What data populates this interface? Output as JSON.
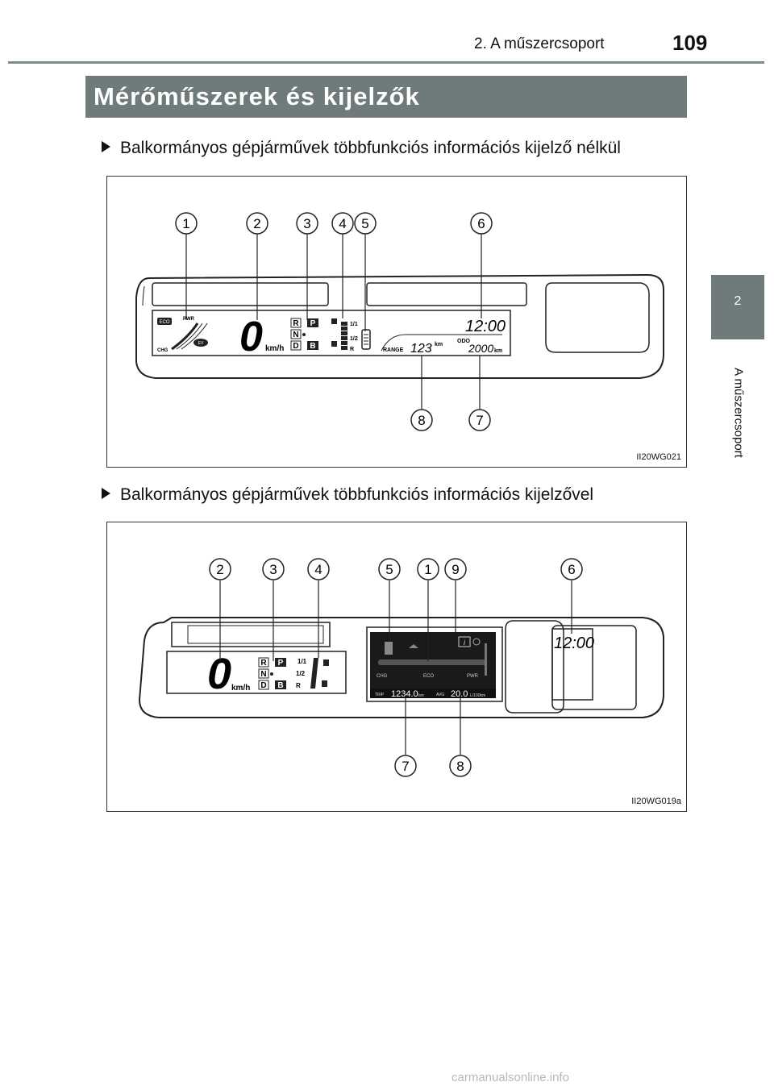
{
  "header": {
    "chapter": "2. A műszercsoport",
    "page": "109"
  },
  "title": "Mérőműszerek és kijelzők",
  "side_tab": {
    "number": "2",
    "label": "A műszercsoport"
  },
  "sections": [
    {
      "text": "Balkormányos gépjárművek többfunkciós információs kijelző nélkül"
    },
    {
      "text": "Balkormányos gépjárművek többfunkciós információs kijelzővel"
    }
  ],
  "figure1": {
    "code": "II20WG021",
    "callouts": [
      "1",
      "2",
      "3",
      "4",
      "5",
      "6",
      "7",
      "8"
    ],
    "labels": {
      "eco": "ECO",
      "pwr": "PWR",
      "chg": "CHG",
      "ev": "EV",
      "speed": "0",
      "kmh": "km/h",
      "r": "R",
      "p": "P",
      "n": "N",
      "d": "D",
      "b": "B",
      "fuel_full": "1/1",
      "fuel_half": "1/2",
      "fuel_r": "R",
      "clock": "12:00",
      "range": "RANGE",
      "range_val": "123",
      "km": "km",
      "odo": "ODO",
      "odo_val": "2000",
      "km2": "km"
    }
  },
  "figure2": {
    "code": "II20WG019a",
    "callouts": [
      "2",
      "3",
      "4",
      "5",
      "1",
      "9",
      "6",
      "7",
      "8"
    ],
    "labels": {
      "speed": "0",
      "kmh": "km/h",
      "r": "R",
      "p": "P",
      "n": "N",
      "d": "D",
      "b": "B",
      "fuel_full": "1/1",
      "fuel_half": "1/2",
      "fuel_r": "R",
      "chg": "CHG",
      "eco": "ECO",
      "pwr": "PWR",
      "info": "i",
      "trip": "TRIP",
      "trip_val": "1234.0",
      "trip_unit": "km",
      "avg": "AVG",
      "avg_val": "20.0",
      "avg_unit": "L/100km",
      "clock": "12:00"
    }
  },
  "footer": "carmanualsonline.info"
}
